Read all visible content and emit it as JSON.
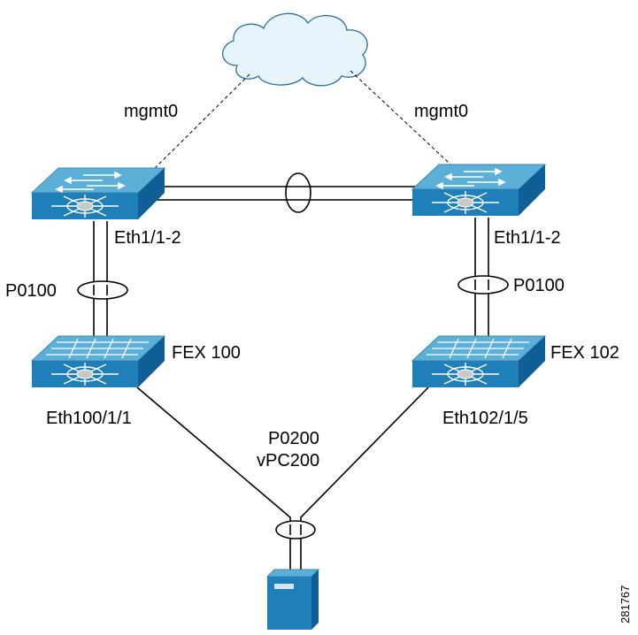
{
  "labels": {
    "mgmt_left": "mgmt0",
    "mgmt_right": "mgmt0",
    "eth_left": "Eth1/1-2",
    "eth_right": "Eth1/1-2",
    "po_left": "P0100",
    "po_right": "P0100",
    "fex_left": "FEX 100",
    "fex_right": "FEX 102",
    "fex_port_left": "Eth100/1/1",
    "fex_port_right": "Eth102/1/5",
    "po_server": "P0200",
    "vpc_server": "vPC200",
    "figure_id": "281767"
  },
  "icons": {
    "cloud": "cloud-icon",
    "switch_left": "switch-icon",
    "switch_right": "switch-icon",
    "fex_left": "fex-icon",
    "fex_right": "fex-icon",
    "server": "server-icon"
  },
  "colors": {
    "device_top": "#5cb0d8",
    "device_front": "#1f7fb8",
    "device_side": "#0f5f96",
    "cloud_fill": "#e8f4fb",
    "cloud_stroke": "#2a6fa0"
  }
}
